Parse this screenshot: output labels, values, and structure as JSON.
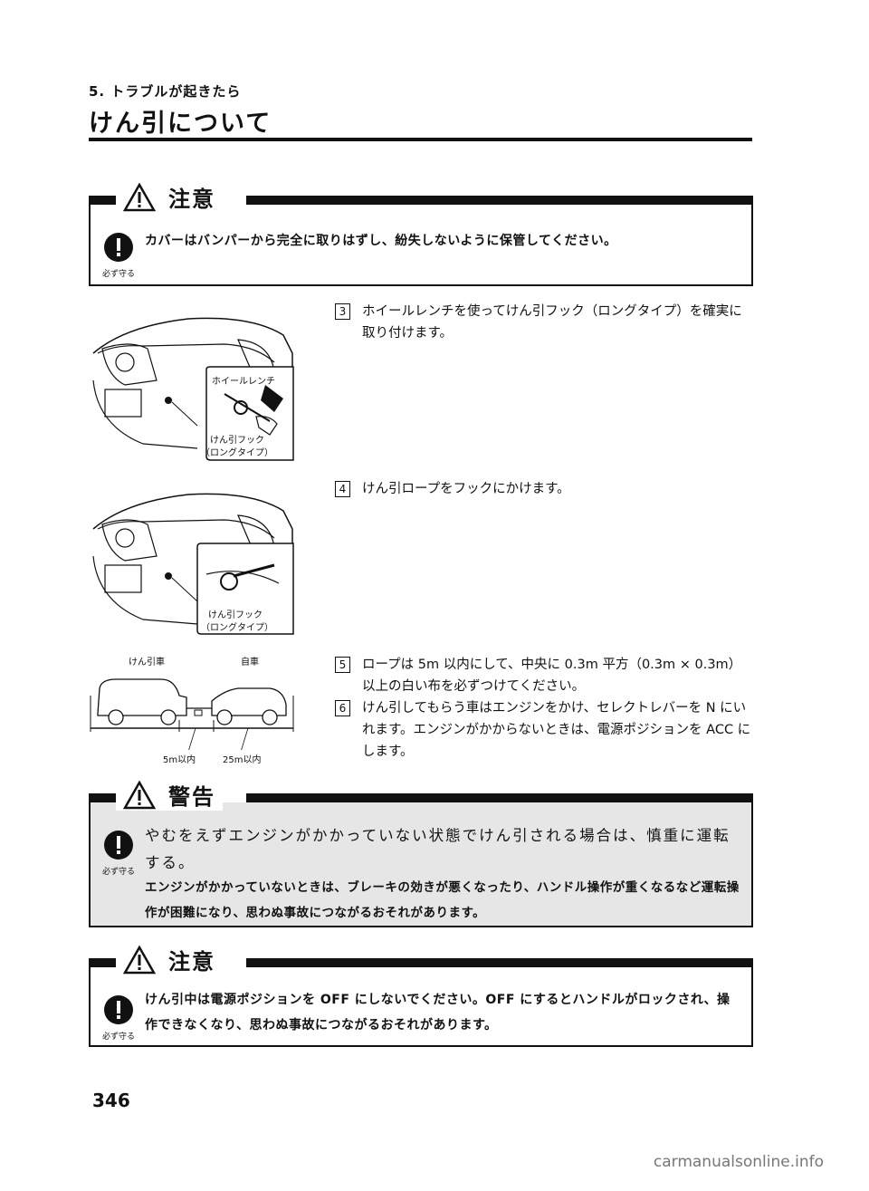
{
  "header": {
    "section": "5. トラブルが起きたら",
    "title": "けん引について"
  },
  "caution1": {
    "label": "注意",
    "must_label": "必ず守る",
    "text": "カバーはバンパーから完全に取りはずし、紛失しないように保管してください。"
  },
  "steps": [
    {
      "num": "3",
      "text": "ホイールレンチを使ってけん引フック（ロングタイプ）を確実に取り付けます。"
    },
    {
      "num": "4",
      "text": "けん引ロープをフックにかけます。"
    },
    {
      "num": "5",
      "text": "ロープは 5m 以内にして、中央に 0.3m 平方（0.3m × 0.3m）以上の白い布を必ずつけてください。"
    },
    {
      "num": "6",
      "text": "けん引してもらう車はエンジンをかけ、セレクトレバーを N にいれます。エンジンがかからないときは、電源ポジションを ACC にします。"
    }
  ],
  "figures": {
    "fig1": {
      "wrench_label": "ホイールレンチ",
      "hook_label_1": "けん引フック",
      "hook_label_2": "（ロングタイプ）"
    },
    "fig2": {
      "hook_label_1": "けん引フック",
      "hook_label_2": "（ロングタイプ）"
    },
    "fig3": {
      "towing_car": "けん引車",
      "own_car": "自車",
      "dist1": "5m以内",
      "dist2": "25m以内"
    }
  },
  "warning": {
    "label": "警告",
    "must_label": "必ず守る",
    "main": "やむをえずエンジンがかかっていない状態でけん引される場合は、慎重に運転する。",
    "sub": "エンジンがかかっていないときは、ブレーキの効きが悪くなったり、ハンドル操作が重くなるなど運転操作が困難になり、思わぬ事故につながるおそれがあります。"
  },
  "caution2": {
    "label": "注意",
    "must_label": "必ず守る",
    "text": "けん引中は電源ポジションを OFF にしないでください。OFF にするとハンドルがロックされ、操作できなくなり、思わぬ事故につながるおそれがあります。"
  },
  "footer": {
    "page_number": "346",
    "watermark": "carmanualsonline.info"
  }
}
